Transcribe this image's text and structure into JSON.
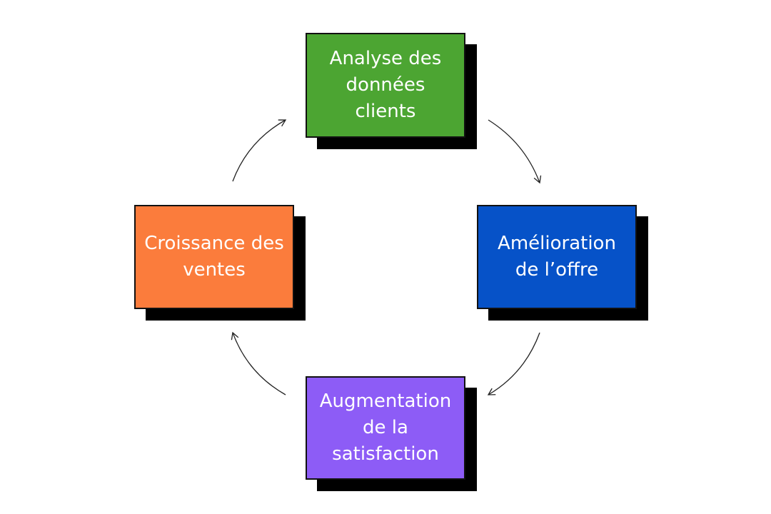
{
  "nodes": [
    {
      "id": "top",
      "label": "Analyse des données clients",
      "color": "#4ca532"
    },
    {
      "id": "right",
      "label": "Amélioration de l’offre",
      "color": "#0652c8"
    },
    {
      "id": "bottom",
      "label": "Augmentation de la satisfaction",
      "color": "#8d5cf6"
    },
    {
      "id": "left",
      "label": "Croissance des ventes",
      "color": "#fb7c3c"
    }
  ],
  "edges": [
    {
      "from": "top",
      "to": "right"
    },
    {
      "from": "right",
      "to": "bottom"
    },
    {
      "from": "bottom",
      "to": "left"
    },
    {
      "from": "left",
      "to": "top"
    }
  ],
  "arrow_color": "#222222"
}
